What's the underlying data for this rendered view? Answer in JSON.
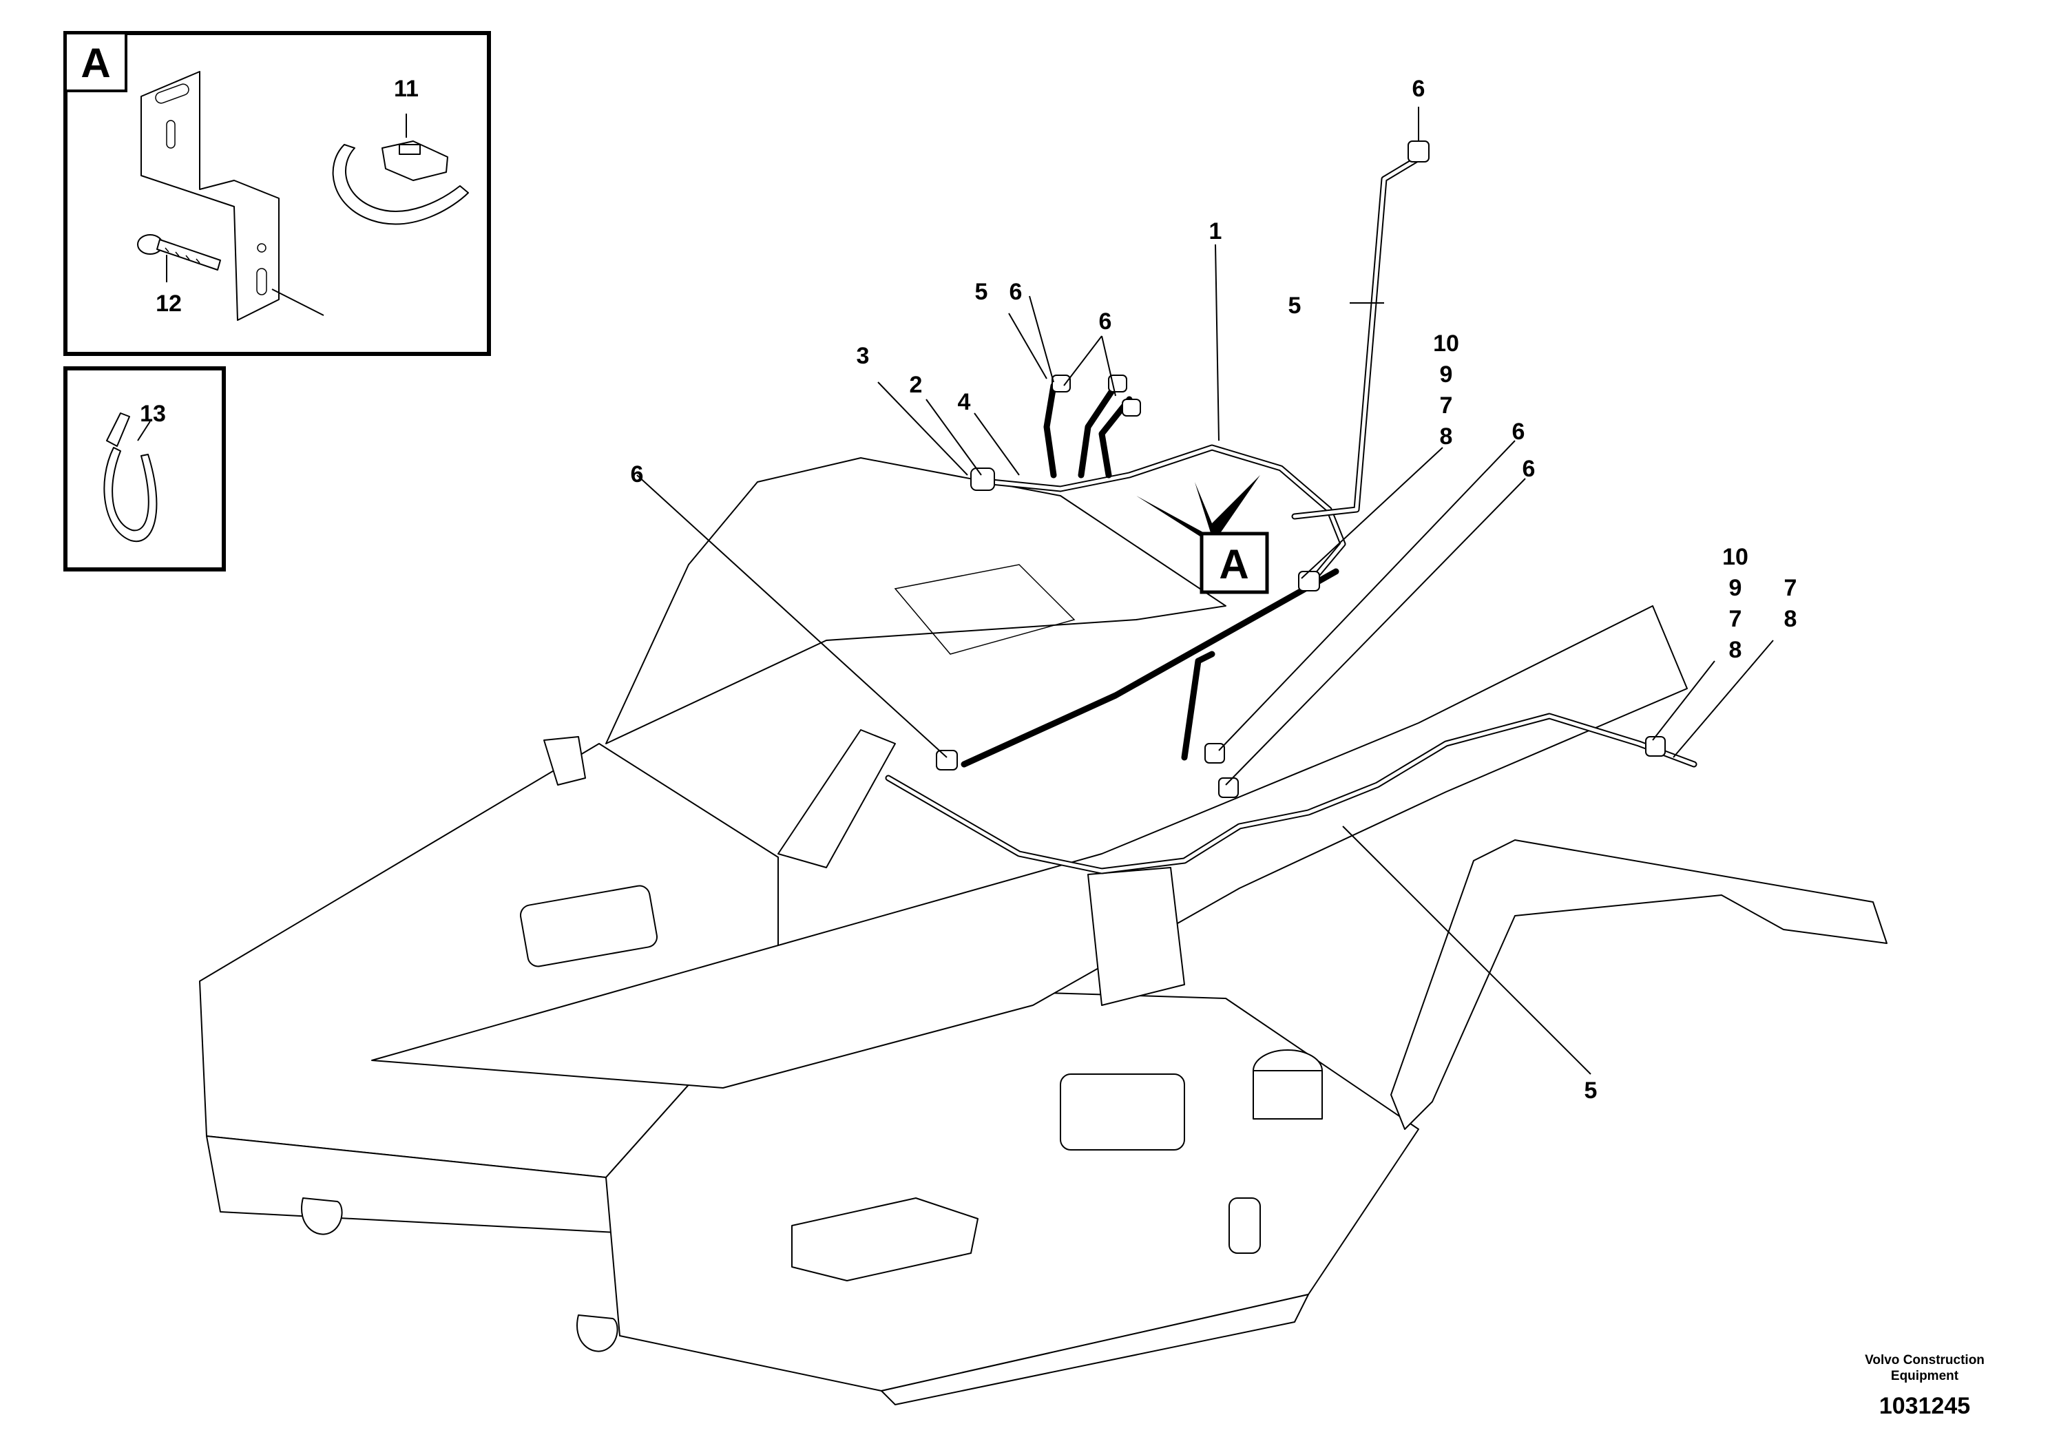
{
  "detail_views": [
    {
      "letter": "A",
      "callouts": [
        "11",
        "12"
      ]
    },
    {
      "letter": "",
      "callouts": [
        "13"
      ]
    }
  ],
  "view_marker": "A",
  "callouts": {
    "c1": "1",
    "c2": "2",
    "c3": "3",
    "c4": "4",
    "c5_upper_mid": "5",
    "c5_upper_right": "5",
    "c5_lower": "5",
    "c6_top": "6",
    "c6_mid_a": "6",
    "c6_mid_b": "6",
    "c6_left": "6",
    "c6_right_a": "6",
    "c6_right_b": "6",
    "stack_mid": [
      "10",
      "9",
      "7",
      "8"
    ],
    "stack_right": [
      "10",
      "9",
      "7",
      "8"
    ],
    "stack_far_right": [
      "7",
      "8"
    ]
  },
  "footer": {
    "brand_line1": "Volvo Construction",
    "brand_line2": "Equipment",
    "drawing_number": "1031245"
  }
}
